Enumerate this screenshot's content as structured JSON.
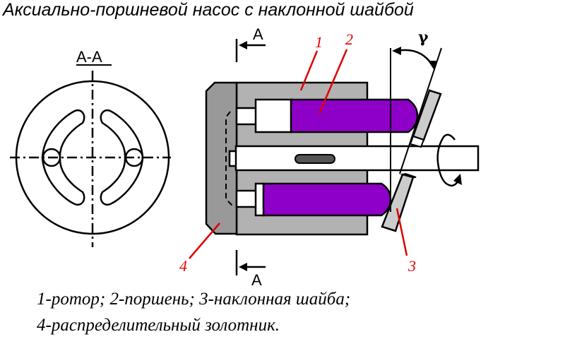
{
  "title": "Аксиально-поршневой насос с наклонной шайбой",
  "section_view_label": "А-А",
  "section_marker_top": "А",
  "section_marker_bottom": "А",
  "angle_label": "γ",
  "callouts": {
    "rotor": "1",
    "piston": "2",
    "swash_plate": "3",
    "valve": "4"
  },
  "legend": {
    "line1": "1-ротор; 2-поршень; 3-наклонная шайба;",
    "line2": "4-распределительный золотник."
  },
  "colors": {
    "piston": "#8e00c8",
    "rotor": "#b2b2b2",
    "valve": "#999999",
    "plate": "#cccccc",
    "callout": "#e00000"
  }
}
